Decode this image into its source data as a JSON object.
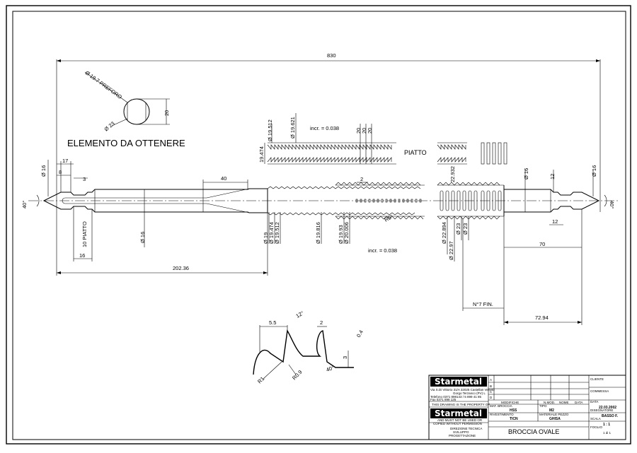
{
  "dims": {
    "overall_830": "830",
    "d_preforo": "Ø 19.7 PREFORO",
    "d_23_section": "Ø 23",
    "d_20_section": "20",
    "d_16_left": "Ø 16",
    "d_17": "17",
    "d_8": "8",
    "d_3": "3",
    "angle_40_left": "40°",
    "piatto_10": "10 PIATTO",
    "d_16_body": "Ø 16",
    "d_16_bottom": "16",
    "d_202_36": "202.36",
    "d_40": "40",
    "d_19": "Ø 19",
    "d_19_474": "Ø 19.474",
    "d_19_512_b": "Ø 19.512",
    "d_19_816": "Ø 19.816",
    "d_19_93": "Ø 19.93",
    "d_20_006": "Ø 20.006",
    "d_19_512_t": "Ø 19.512",
    "d_19_621": "Ø 19.621",
    "d_19_474_t": "19.474",
    "incr_top": "incr. = 0.038",
    "incr_bottom": "incr. = 0.038",
    "twenty_a": "20",
    "twenty_b": "20",
    "twenty_c": "20",
    "piatto": "PIATTO",
    "two_pitch": "2",
    "rs": "R5°",
    "d_22_932": "22.932",
    "d_22_894": "Ø 22.894",
    "d_22_97": "Ø 22.97",
    "d_23_a": "Ø 23",
    "d_23_b": "Ø 23",
    "d_16_right": "Ø 16",
    "d_12_top": "12",
    "d_12_bottom": "12",
    "d_16_far": "Ø 16",
    "angle_40_right": "40°",
    "d_70": "70",
    "n7_fin": "N°7 FIN.",
    "d_72_94": "72.94",
    "tooth_5_5": "5.5",
    "tooth_12deg": "12°",
    "tooth_2": "2",
    "tooth_04": "0.4",
    "tooth_3": "3",
    "tooth_40deg": "40°",
    "tooth_r1": "R1",
    "tooth_r09": "R0.9"
  },
  "labels": {
    "elemento": "ELEMENTO DA OTTENERE"
  },
  "title_block": {
    "logo_1": "Starmetal",
    "logo_2": "Starmetal",
    "rev_letters": [
      "A",
      "B",
      "C",
      "D"
    ],
    "modifiche": "MODIFICHE",
    "nmod": "N.MOD.",
    "nome": "NOME",
    "data": "DATA",
    "address_1": "Via S.Di Vittorio 31/A 32025 Castellan Veneto",
    "address_2": "Gorgo Terzanco (PV) L",
    "address_3": "Telefono 0371 898143 / 5 899 41 85",
    "address_4": "Fax 0371 898 125",
    "property_1": "THIS DRAWING IS THE PROPERTY OF",
    "property_2": "AND MUST NOT BE USED OR",
    "property_3": "COPIED WITHOUT PERMISSION",
    "dept_1": "DIREZIONE TECNICA",
    "dept_2": "SVILUPPO",
    "dept_3": "PROGETTAZIONE",
    "h_materiale": "MAT. BROCCIA",
    "v_materiale": "HSS",
    "h_tipo": "TIPO",
    "v_tipo": "M2",
    "h_rivest": "RIVESTIMENTO",
    "v_rivest": "TICN",
    "h_pezzo": "MATERIALE PEZZO",
    "v_pezzo": "GHISA",
    "h_data": "DATA",
    "v_data": "22.03.2002",
    "h_disegn": "DISEGNATORE",
    "v_disegn": "BASSO F.",
    "h_scala": "SCALA",
    "v_scala": "1 : 1",
    "h_foglio": "FOGLIO",
    "v_foglio": "1 di 1",
    "h_cliente": "CLIENTE",
    "h_commessa": "COMMESSA",
    "title": "BROCCIA OVALE"
  }
}
